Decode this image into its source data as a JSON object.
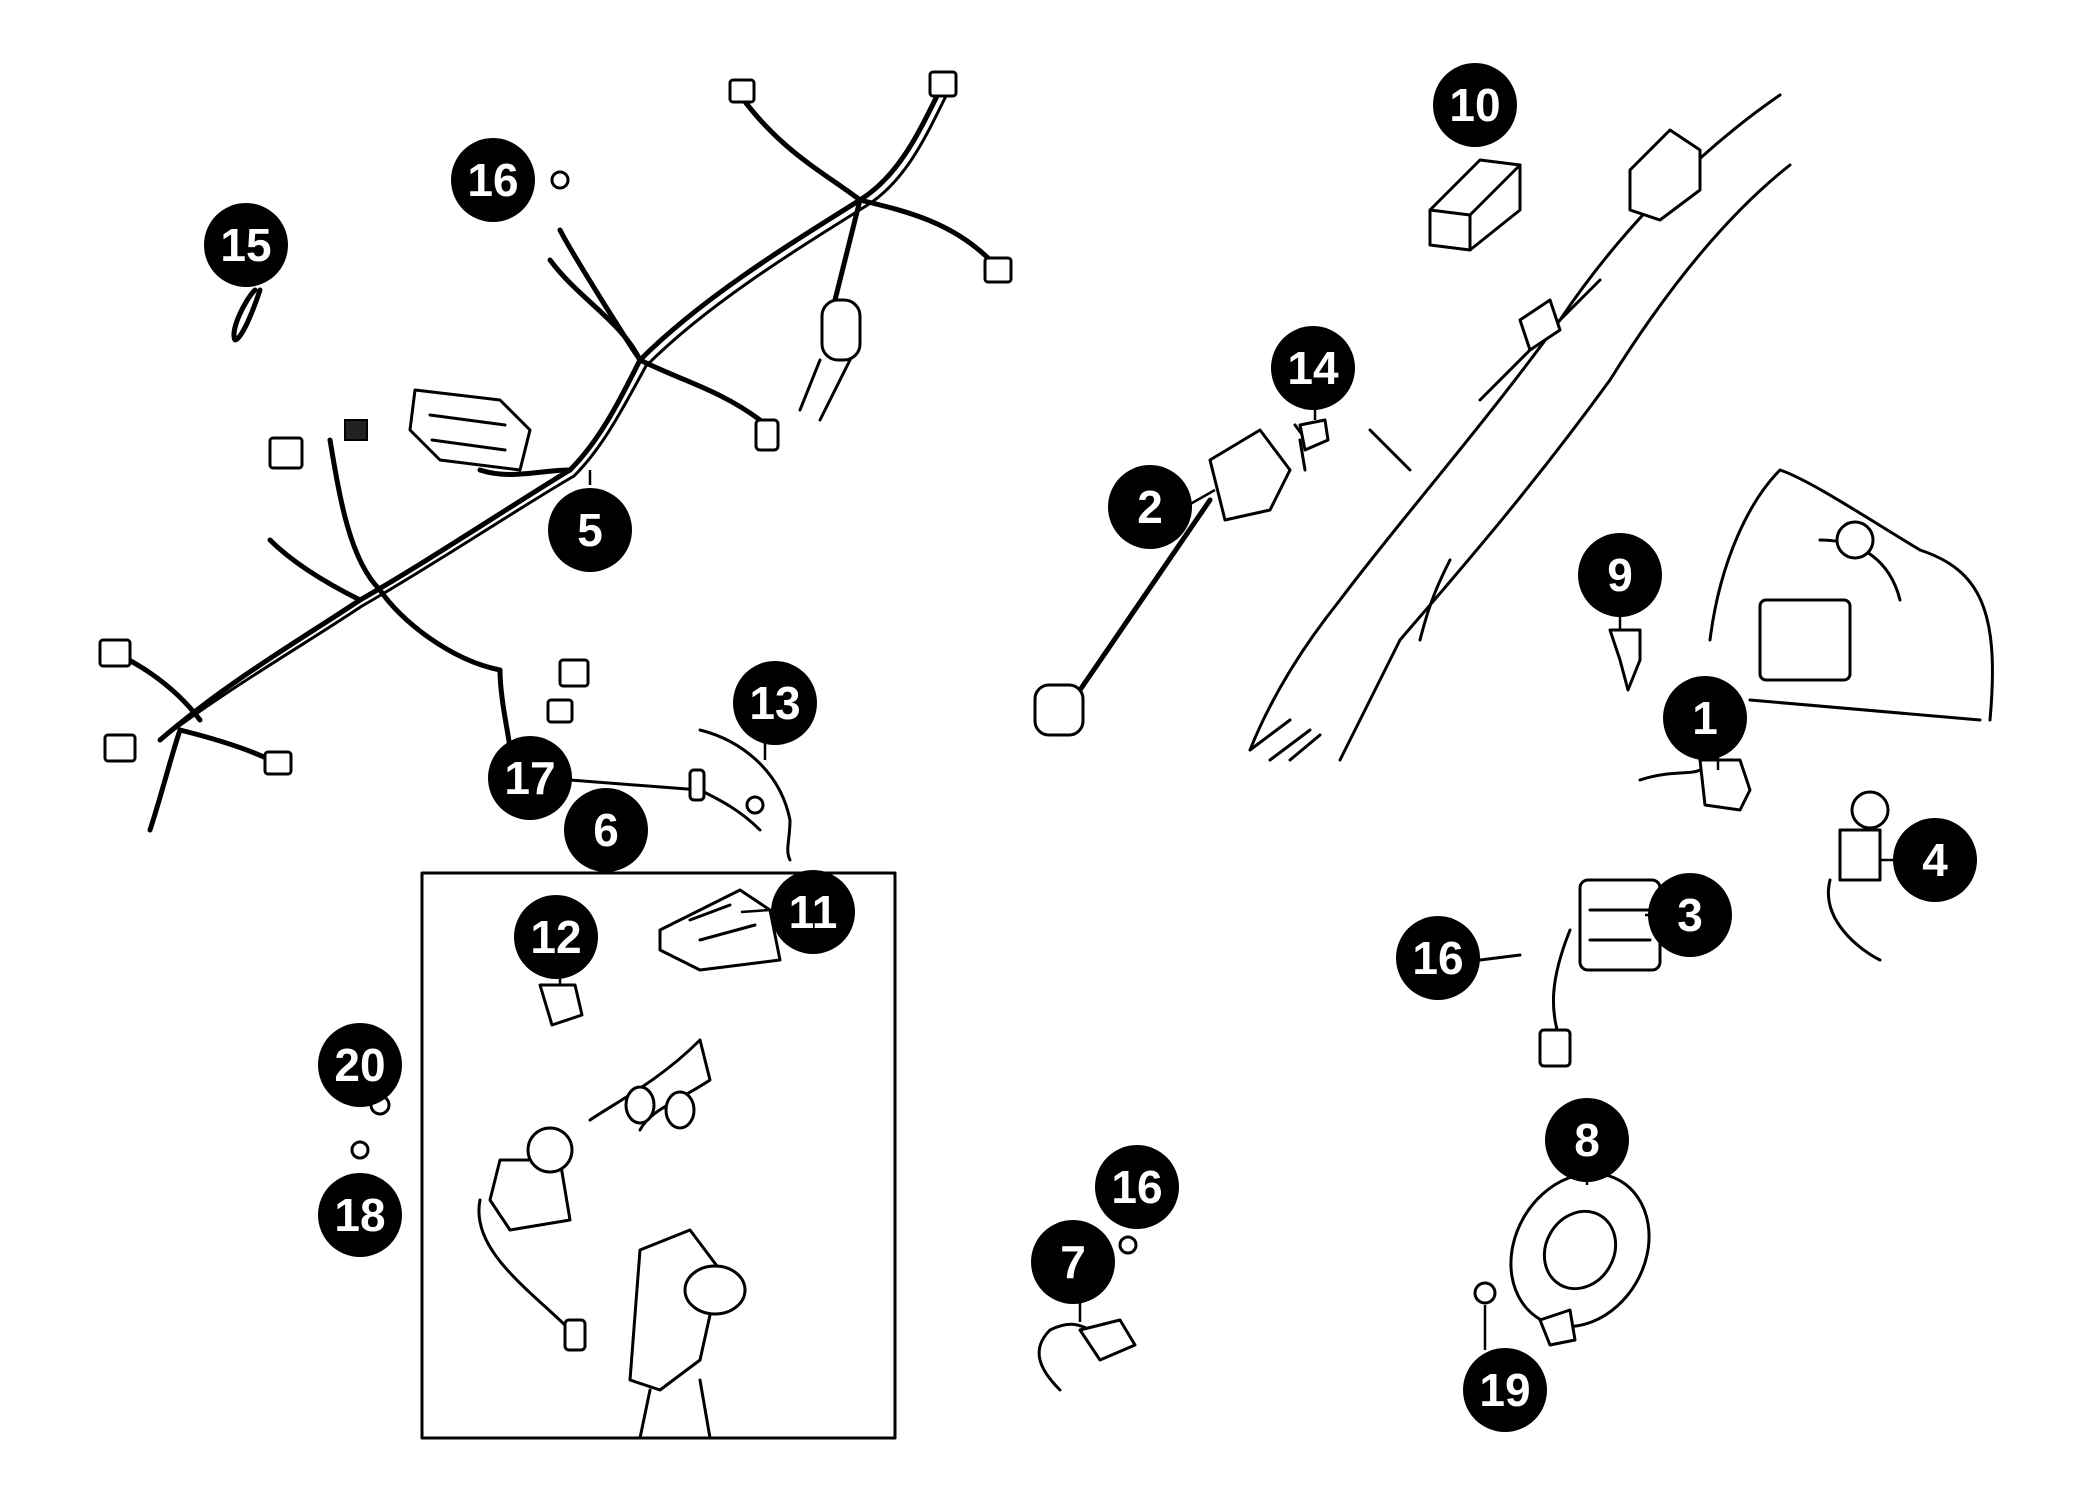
{
  "diagram": {
    "callouts": [
      {
        "label": "1"
      },
      {
        "label": "2"
      },
      {
        "label": "3"
      },
      {
        "label": "4"
      },
      {
        "label": "5"
      },
      {
        "label": "6"
      },
      {
        "label": "7"
      },
      {
        "label": "8"
      },
      {
        "label": "9"
      },
      {
        "label": "10"
      },
      {
        "label": "11"
      },
      {
        "label": "12"
      },
      {
        "label": "13"
      },
      {
        "label": "14"
      },
      {
        "label": "15"
      },
      {
        "label": "16"
      },
      {
        "label": "16"
      },
      {
        "label": "16"
      },
      {
        "label": "16"
      },
      {
        "label": "17"
      },
      {
        "label": "18"
      },
      {
        "label": "19"
      },
      {
        "label": "20"
      }
    ]
  }
}
